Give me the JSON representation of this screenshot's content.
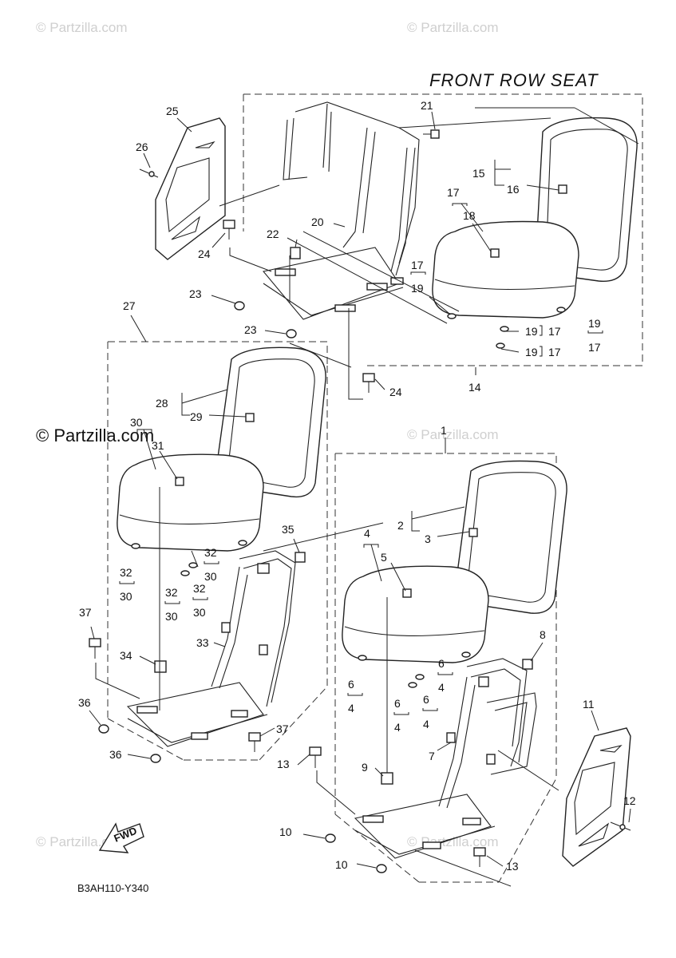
{
  "title": "FRONT ROW SEAT",
  "diagram_code": "B3AH110-Y340",
  "fwd_label": "FWD",
  "watermark_main": "© Partzilla.com",
  "watermark_faint": "© Partzilla.com",
  "callouts": {
    "c1": "1",
    "c2": "2",
    "c3": "3",
    "c4": "4",
    "c5": "5",
    "c6a": "6",
    "c6b": "6",
    "c6c": "6",
    "c4a": "4",
    "c4b": "4",
    "c4c": "4",
    "c7": "7",
    "c8": "8",
    "c9": "9",
    "c10a": "10",
    "c10b": "10",
    "c11": "11",
    "c12": "12",
    "c13a": "13",
    "c13b": "13",
    "c14": "14",
    "c15": "15",
    "c16": "16",
    "c17a": "17",
    "c17b": "17",
    "c17c": "17",
    "c17d": "17",
    "c17e": "17",
    "c18": "18",
    "c19a": "19",
    "c19b": "19",
    "c19c": "19",
    "c19d": "19",
    "c20": "20",
    "c21": "21",
    "c22": "22",
    "c23a": "23",
    "c23b": "23",
    "c24a": "24",
    "c24b": "24",
    "c25": "25",
    "c26": "26",
    "c27": "27",
    "c28": "28",
    "c29": "29",
    "c30": "30",
    "c31": "31",
    "c32a": "32",
    "c32b": "32",
    "c32c": "32",
    "c32d": "32",
    "c30a": "30",
    "c30b": "30",
    "c30c": "30",
    "c30d": "30",
    "c33": "33",
    "c34": "34",
    "c35": "35",
    "c36a": "36",
    "c36b": "36",
    "c37a": "37",
    "c37b": "37"
  }
}
